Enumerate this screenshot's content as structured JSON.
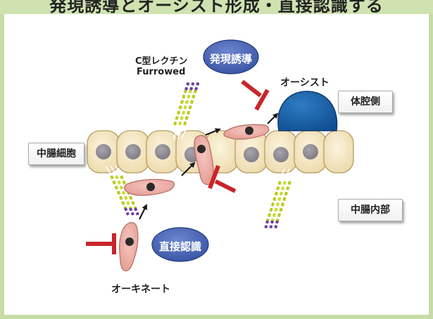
{
  "header": {
    "title": "発現誘導とオーシスト形成・直接認識する"
  },
  "labels": {
    "lectin_line1": "C型レクチン",
    "lectin_line2": "Furrowed",
    "induction": "発現誘導",
    "oocyst": "オーシスト",
    "hemocoel": "体腔側",
    "midgut_cell": "中腸細胞",
    "midgut_lumen": "中腸内部",
    "direct_recognition": "直接認識",
    "ookinete": "オーキネート"
  },
  "colors": {
    "background_frame": "#cfe2b0",
    "epithelial_cell": "#f6e8c4",
    "nucleus": "#8e8a93",
    "ookinete": "#eeaaa2",
    "oocyst": "#1a5fa8",
    "oval_badge": "#3f5fb0",
    "inhibit": "#c8252b",
    "receptor_green": "#b8cc22",
    "receptor_purple": "#6b3e9a"
  }
}
